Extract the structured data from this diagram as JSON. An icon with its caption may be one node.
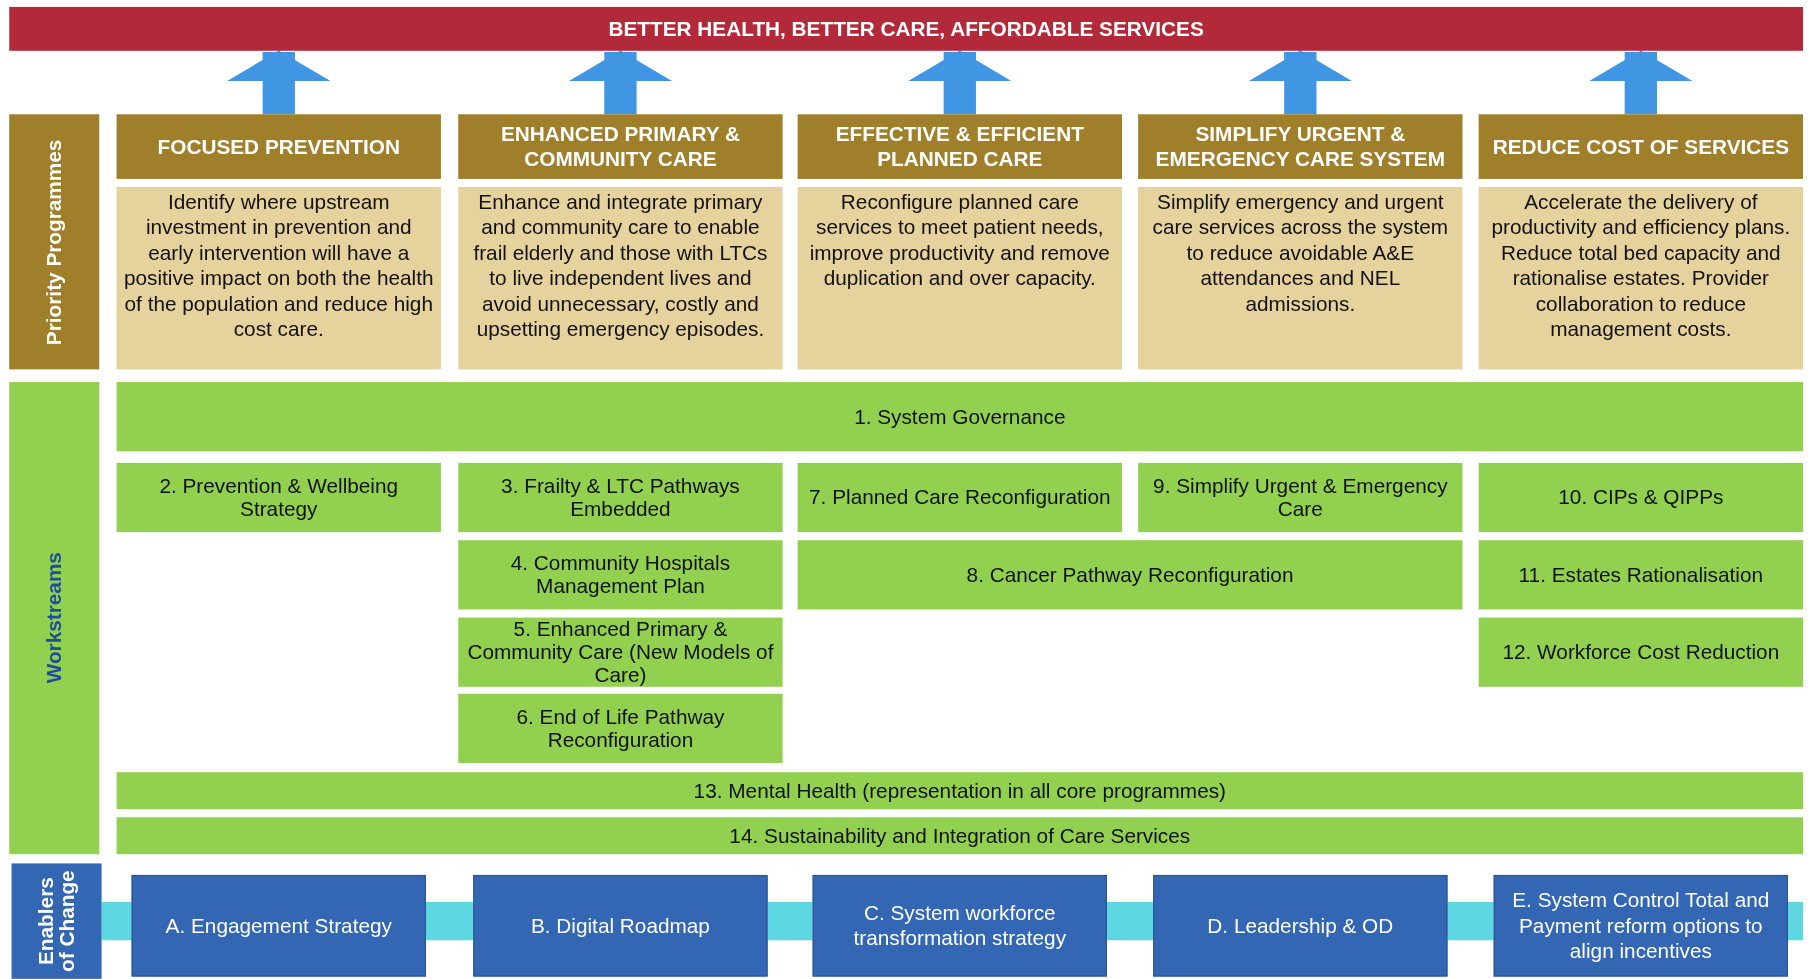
{
  "diagram": {
    "nodes": [
      {
        "text": [
          "BETTER HEALTH, BETTER CARE, AFFORDABLE SERVICES"
        ]
      },
      {
        "text": [
          "Priority Programmes"
        ]
      },
      {
        "text": [
          "FOCUSED PREVENTION"
        ]
      },
      {
        "text": [
          "ENHANCED PRIMARY & COMMUNITY CARE"
        ]
      },
      {
        "text": [
          "EFFECTIVE & EFFICIENT PLANNED CARE"
        ]
      },
      {
        "text": [
          "SIMPLIFY URGENT & EMERGENCY CARE SYSTEM"
        ]
      },
      {
        "text": [
          "REDUCE COST OF SERVICES"
        ]
      },
      {
        "text": [
          "Identify where upstream investment in prevention and early intervention will have a positive impact on both the health of the population and reduce high cost care."
        ]
      },
      {
        "text": [
          "Enhance and integrate primary and community care to enable frail elderly and those with LTCs to live independent lives and avoid unnecessary, costly and upsetting emergency episodes."
        ]
      },
      {
        "text": [
          "Reconfigure planned care services to meet patient needs, improve productivity and remove duplication and over capacity."
        ]
      },
      {
        "text": [
          "Simplify emergency and urgent care services across the system to reduce avoidable A&E attendances and NEL admissions."
        ]
      },
      {
        "text": [
          "Accelerate the delivery of productivity and efficiency plans. Reduce total bed capacity and rationalise estates. Provider collaboration to reduce management costs."
        ]
      },
      {
        "text": [
          "Workstreams"
        ]
      },
      {
        "text": [
          "1. System Governance"
        ]
      },
      {
        "text": [
          "2. Prevention & Wellbeing Strategy"
        ]
      },
      {
        "text": [
          "3. Frailty & LTC Pathways Embedded"
        ]
      },
      {
        "text": [
          "7. Planned Care Reconfiguration"
        ]
      },
      {
        "text": [
          "9. Simplify Urgent & Emergency Care"
        ]
      },
      {
        "text": [
          "10. CIPs & QIPPs"
        ]
      },
      {
        "text": [
          "4. Community Hospitals Management Plan"
        ]
      },
      {
        "text": [
          "8. Cancer Pathway Reconfiguration"
        ]
      },
      {
        "text": [
          "11. Estates Rationalisation"
        ]
      },
      {
        "text": [
          "5. Enhanced Primary & Community Care (New Models of Care)"
        ]
      },
      {
        "text": [
          "12. Workforce Cost Reduction"
        ]
      },
      {
        "text": [
          "6. End of Life Pathway Reconfiguration"
        ]
      },
      {
        "text": [
          "13. Mental Health (representation in all core programmes)"
        ]
      },
      {
        "text": [
          "14. Sustainability and Integration of Care Services"
        ]
      },
      {
        "text": [
          "Enablers of Change"
        ]
      },
      {
        "text": [
          "A. Engagement Strategy"
        ]
      },
      {
        "text": [
          "B. Digital Roadmap"
        ]
      },
      {
        "text": [
          "C. System workforce transformation strategy"
        ]
      },
      {
        "text": [
          "D. Leadership & OD"
        ]
      },
      {
        "text": [
          "E. System Control Total and Payment reform options to align incentives"
        ]
      }
    ],
    "edges": [
      {
        "from": 2,
        "to": 0,
        "arrow": "to"
      },
      {
        "from": 3,
        "to": 0,
        "arrow": "to"
      },
      {
        "from": 4,
        "to": 0,
        "arrow": "to"
      },
      {
        "from": 5,
        "to": 0,
        "arrow": "to"
      },
      {
        "from": 6,
        "to": 0,
        "arrow": "to"
      },
      {
        "from": 27,
        "to": 28,
        "arrow": "none",
        "color": "#5dd8e3"
      },
      {
        "from": 28,
        "to": 29,
        "arrow": "none",
        "color": "#5dd8e3"
      },
      {
        "from": 29,
        "to": 30,
        "arrow": "none",
        "color": "#5dd8e3"
      },
      {
        "from": 30,
        "to": 31,
        "arrow": "none",
        "color": "#5dd8e3"
      },
      {
        "from": 31,
        "to": 32,
        "arrow": "none",
        "color": "#5dd8e3"
      },
      {
        "from": 32,
        "to": null,
        "arrow": "none",
        "color": "#5dd8e3"
      }
    ]
  }
}
